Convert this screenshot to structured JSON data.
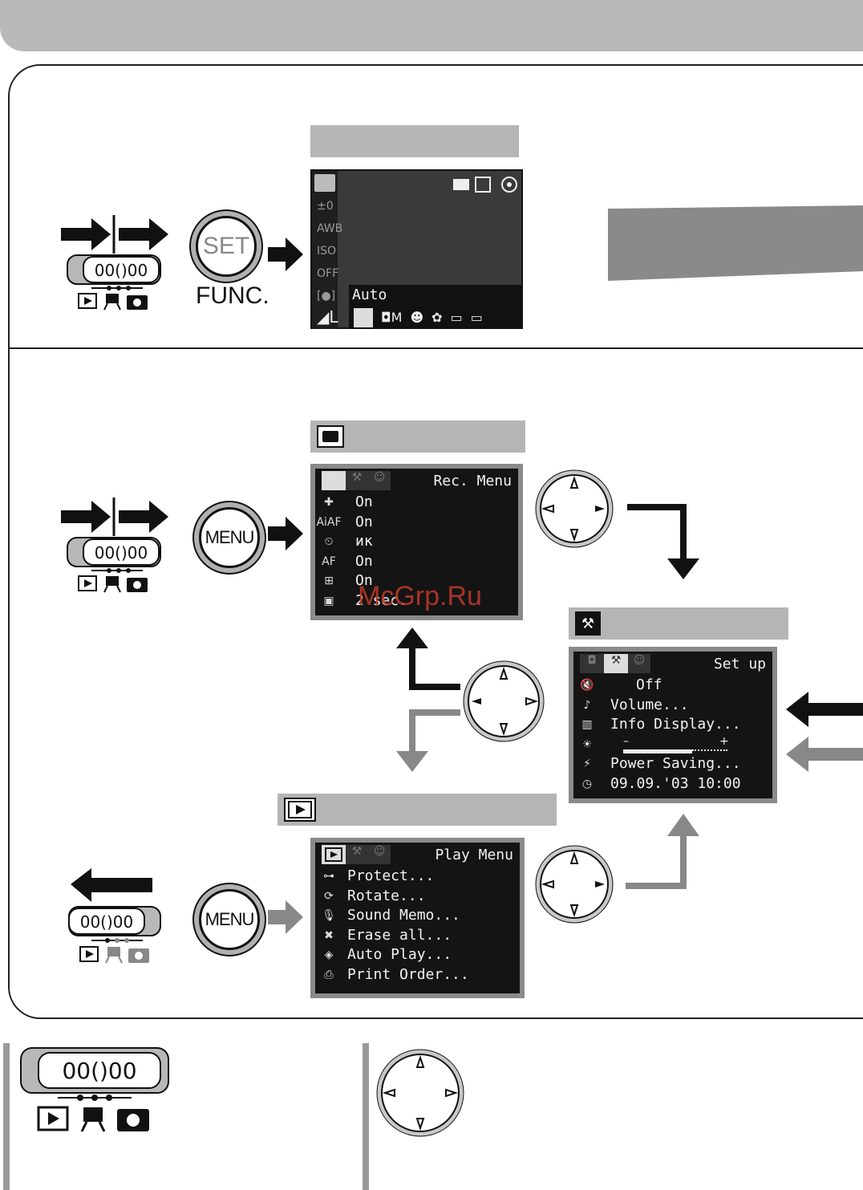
{
  "func_screen": {
    "mode_label": "Auto",
    "button_set": "SET",
    "button_caption": "FUNC."
  },
  "rec_menu": {
    "title": "Rec. Menu",
    "rows": [
      {
        "icon": "recording-mode-icon",
        "value": "On"
      },
      {
        "icon": "AiAF",
        "value": "On"
      },
      {
        "icon": "self-timer-icon",
        "value": "ик"
      },
      {
        "icon": "AF-assist",
        "value": "On"
      },
      {
        "icon": "digital-zoom-icon",
        "value": "On"
      },
      {
        "icon": "review-icon",
        "value": "2 sec."
      }
    ]
  },
  "setup_menu": {
    "title": "Set up",
    "rows": [
      "Off",
      "Volume...",
      "Info Display...",
      "",
      "Power Saving...",
      "09.09.'03 10:00"
    ],
    "brightness_minus": "–",
    "brightness_plus": "+"
  },
  "play_menu": {
    "title": "Play Menu",
    "items": [
      "Protect...",
      "Rotate...",
      "Sound Memo...",
      "Erase all...",
      "Auto Play...",
      "Print Order..."
    ]
  },
  "menu_button_label": "MENU",
  "watermark": "McGrp.Ru"
}
